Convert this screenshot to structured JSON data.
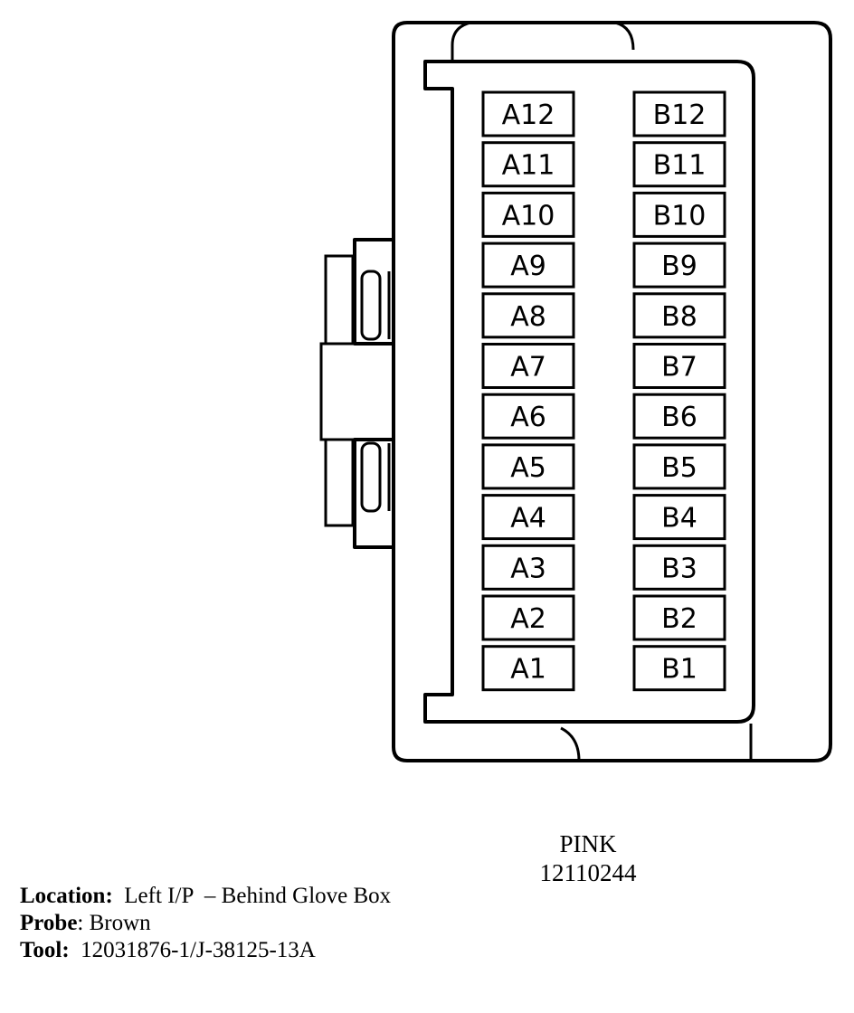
{
  "connector": {
    "color": "PINK",
    "part_number": "12110244",
    "row_a_pins": [
      "A12",
      "A11",
      "A10",
      "A9",
      "A8",
      "A7",
      "A6",
      "A5",
      "A4",
      "A3",
      "A2",
      "A1"
    ],
    "row_b_pins": [
      "B12",
      "B11",
      "B10",
      "B9",
      "B8",
      "B7",
      "B6",
      "B5",
      "B4",
      "B3",
      "B2",
      "B1"
    ]
  },
  "info": {
    "location_label": "Location:",
    "location_value": "Left I/P  – Behind Glove Box",
    "probe_label": "Probe",
    "probe_value": ": Brown",
    "tool_label": "Tool:",
    "tool_value": "12031876-1/J-38125-13A"
  }
}
